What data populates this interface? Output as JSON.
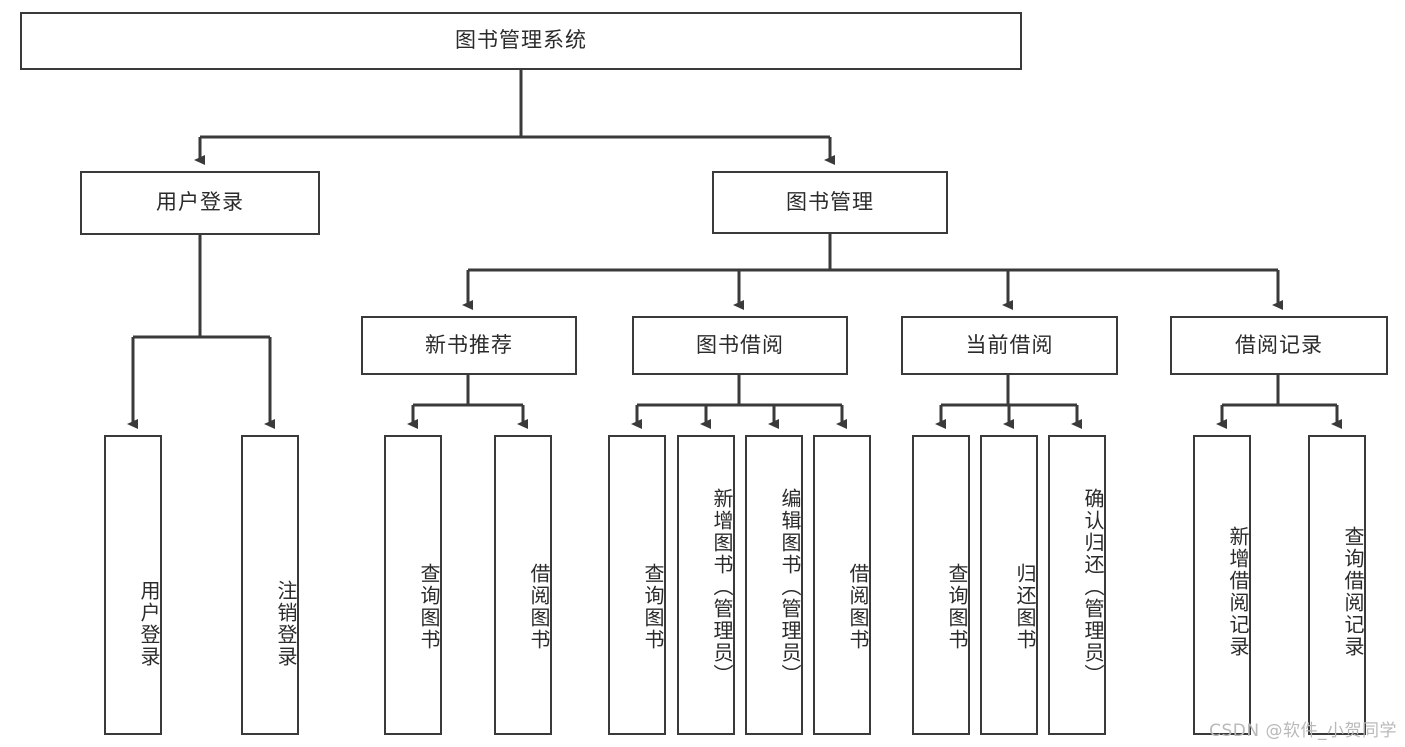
{
  "diagram": {
    "type": "tree",
    "title": "图书管理系统",
    "background_color": "#ffffff",
    "node_border_color": "#3a3a3a",
    "node_fill_color": "#ffffff",
    "edge_color": "#3a3a3a",
    "watermark": "CSDN @软件_小贺同学",
    "levels": 4,
    "nodes": {
      "root": "图书管理系统",
      "l2": [
        "用户登录",
        "图书管理"
      ],
      "l3": [
        "新书推荐",
        "图书借阅",
        "当前借阅",
        "借阅记录"
      ],
      "leaves": {
        "user_login": [
          "用户登录",
          "注销登录"
        ],
        "new_book": [
          "查询图书",
          "借阅图书"
        ],
        "borrow": [
          "查询图书",
          "新增图书（管理员）",
          "编辑图书（管理员）",
          "借阅图书"
        ],
        "current": [
          "查询图书",
          "归还图书",
          "确认归还（管理员）"
        ],
        "records": [
          "新增借阅记录",
          "查询借阅记录"
        ]
      }
    },
    "edges": [
      {
        "from": "图书管理系统",
        "to": "用户登录"
      },
      {
        "from": "图书管理系统",
        "to": "图书管理"
      },
      {
        "from": "图书管理",
        "to": "新书推荐"
      },
      {
        "from": "图书管理",
        "to": "图书借阅"
      },
      {
        "from": "图书管理",
        "to": "当前借阅"
      },
      {
        "from": "图书管理",
        "to": "借阅记录"
      },
      {
        "from": "用户登录",
        "to": "用户登录"
      },
      {
        "from": "用户登录",
        "to": "注销登录"
      },
      {
        "from": "新书推荐",
        "to": "查询图书"
      },
      {
        "from": "新书推荐",
        "to": "借阅图书"
      },
      {
        "from": "图书借阅",
        "to": "查询图书"
      },
      {
        "from": "图书借阅",
        "to": "新增图书（管理员）"
      },
      {
        "from": "图书借阅",
        "to": "编辑图书（管理员）"
      },
      {
        "from": "图书借阅",
        "to": "借阅图书"
      },
      {
        "from": "当前借阅",
        "to": "查询图书"
      },
      {
        "from": "当前借阅",
        "to": "归还图书"
      },
      {
        "from": "当前借阅",
        "to": "确认归还（管理员）"
      },
      {
        "from": "借阅记录",
        "to": "新增借阅记录"
      },
      {
        "from": "借阅记录",
        "to": "查询借阅记录"
      }
    ]
  }
}
